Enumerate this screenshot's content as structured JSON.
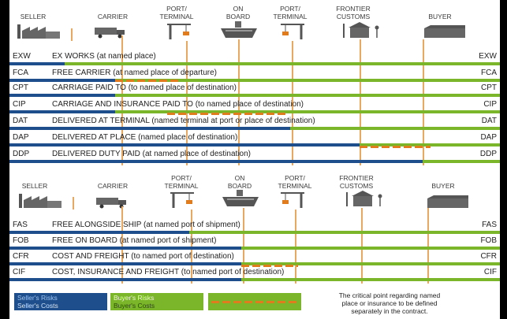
{
  "top_headers": {
    "seller": "SELLER",
    "carrier": "CARRIER",
    "port1_line1": "PORT/",
    "port1_line2": "TERMINAL",
    "onboard_line1": "ON",
    "onboard_line2": "BOARD",
    "port2_line1": "PORT/",
    "port2_line2": "TERMINAL",
    "frontier_line1": "FRONTIER",
    "frontier_line2": "CUSTOMS",
    "buyer": "BUYER"
  },
  "top_rows": [
    {
      "code": "EXW",
      "term": "EX WORKS (at named place)"
    },
    {
      "code": "FCA",
      "term": "FREE CARRIER (at named place of departure)"
    },
    {
      "code": "CPT",
      "term": "CARRIAGE PAID TO (to named place of destination)"
    },
    {
      "code": "CIP",
      "term": "CARRIAGE AND INSURANCE PAID TO (to named place of destination)"
    },
    {
      "code": "DAT",
      "term": "DELIVERED AT TERMINAL (named terminal at port or place of destination)"
    },
    {
      "code": "DAP",
      "term": "DELIVERED AT PLACE (named place of destination)"
    },
    {
      "code": "DDP",
      "term": "DELIVERED DUTY PAID (at named place of destination)"
    }
  ],
  "bottom_headers": {
    "seller": "SELLER",
    "carrier": "CARRIER",
    "port1_line1": "PORT/",
    "port1_line2": "TERMINAL",
    "onboard_line1": "ON",
    "onboard_line2": "BOARD",
    "port2_line1": "PORT/",
    "port2_line2": "TERMINAL",
    "frontier_line1": "FRONTIER",
    "frontier_line2": "CUSTOMS",
    "buyer": "BUYER"
  },
  "bottom_rows": [
    {
      "code": "FAS",
      "term": "FREE ALONGSIDE SHIP (at named port of shipment)"
    },
    {
      "code": "FOB",
      "term": "FREE ON BOARD (at named port of shipment)"
    },
    {
      "code": "CFR",
      "term": "COST AND FREIGHT (to named port of destination)"
    },
    {
      "code": "CIF",
      "term": "COST, INSURANCE AND FREIGHT (to named port of destination)"
    }
  ],
  "legend": {
    "seller_risks": "Seller's Risks",
    "seller_costs": "Seller's Costs",
    "buyer_risks": "Buyer's Risks",
    "buyer_costs": "Buyer's Costs",
    "note_line1": "The critical point regarding named",
    "note_line2": "place or insurance to be defined",
    "note_line3": "separately in the contract."
  },
  "colors": {
    "seller": "#1f4e8c",
    "buyer": "#7ab52a",
    "critical": "#e07b1e",
    "text": "#222222"
  }
}
